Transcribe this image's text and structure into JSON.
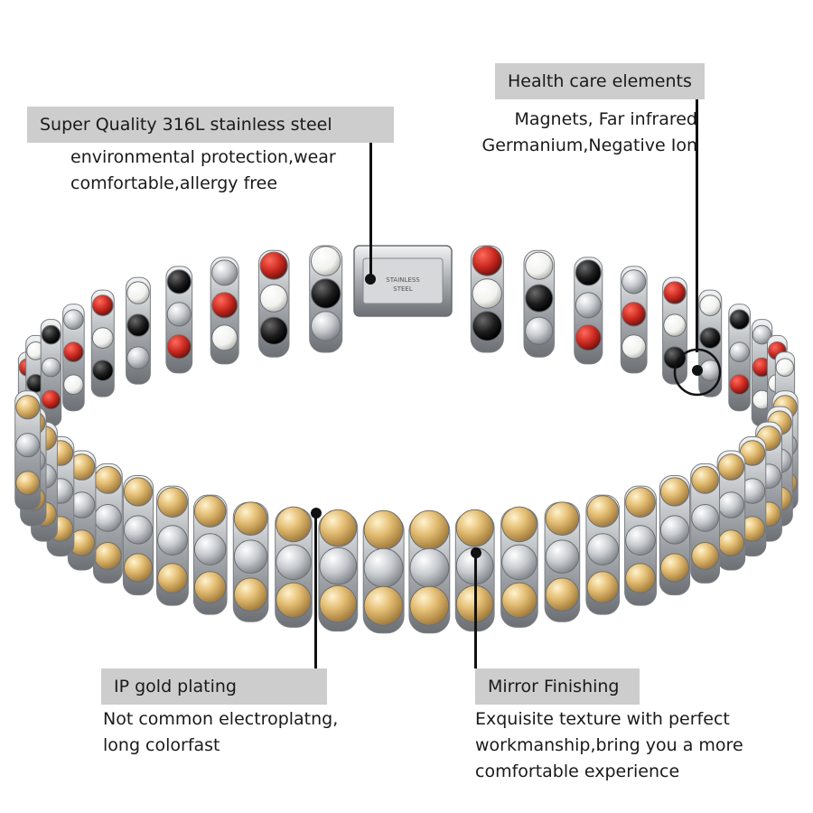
{
  "callouts": {
    "steel": {
      "title": "Super Quality 316L stainless steel",
      "lines": [
        "environmental protection,wear",
        "comfortable,allergy free"
      ]
    },
    "health": {
      "title": "Health care elements",
      "lines": [
        "Magnets, Far infrared",
        "Germanium,Negative Ion"
      ]
    },
    "gold": {
      "title": "IP gold plating",
      "lines": [
        "Not common electroplatng,",
        "long colorfast"
      ]
    },
    "mirror": {
      "title": "Mirror Finishing",
      "lines": [
        "Exquisite texture with perfect",
        "workmanship,bring you a more",
        "comfortable experience"
      ]
    }
  },
  "clasp_engraving": [
    "STAINLESS",
    "STEEL"
  ],
  "colors": {
    "label_bg": "#cdcdcd",
    "gold": "#d9b46a",
    "silver": "#d4d6d8",
    "red_stone": "#c8271e",
    "black_stone": "#1c1c1c",
    "white_stone": "#f4f4f2"
  }
}
